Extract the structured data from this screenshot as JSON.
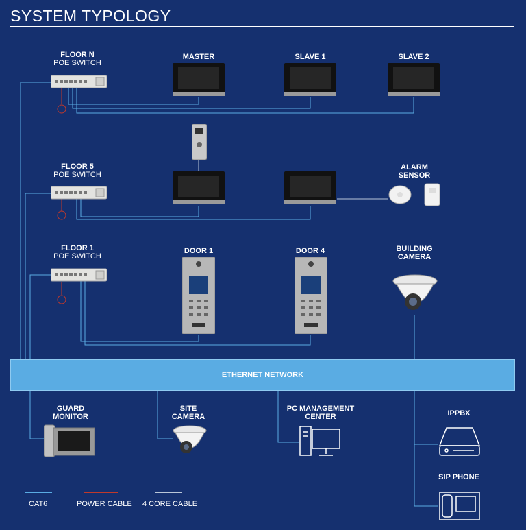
{
  "title": "SYSTEM TYPOLOGY",
  "floors": [
    {
      "name": "FLOOR N",
      "switch": "POE SWITCH"
    },
    {
      "name": "FLOOR 5",
      "switch": "POE SWITCH"
    },
    {
      "name": "FLOOR 1",
      "switch": "POE SWITCH"
    }
  ],
  "devices": {
    "master": "MASTER",
    "slave1": "SLAVE 1",
    "slave2": "SLAVE 2",
    "alarm": [
      "ALARM",
      "SENSOR"
    ],
    "door1": "DOOR 1",
    "door4": "DOOR 4",
    "building_camera": [
      "BUILDING",
      "CAMERA"
    ],
    "guard_monitor": [
      "GUARD",
      "MONITOR"
    ],
    "site_camera": [
      "SITE",
      "CAMERA"
    ],
    "pc_center": [
      "PC MANAGEMENT",
      "CENTER"
    ],
    "ippbx": "IPPBX",
    "sip_phone": "SIP PHONE"
  },
  "network": "ETHERNET NETWORK",
  "legend": [
    {
      "label": "CAT6",
      "color": "#5aace3"
    },
    {
      "label": "POWER CABLE",
      "color": "#c0392b"
    },
    {
      "label": "4 CORE CABLE",
      "color": "#b9c6d8"
    }
  ]
}
